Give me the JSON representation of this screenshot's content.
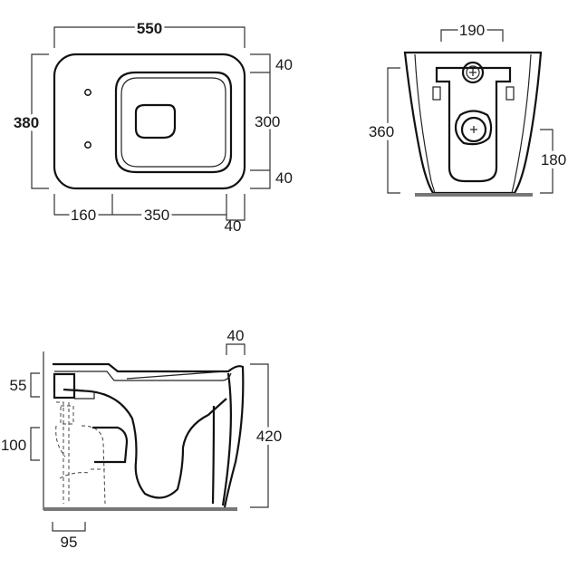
{
  "top_view": {
    "overall_width": "550",
    "overall_depth": "380",
    "front_offset": "40",
    "bowl_depth": "300",
    "rear_offset": "40",
    "fixing_offset": "160",
    "bowl_length": "350",
    "rim_offset": "40"
  },
  "front_view": {
    "top_width": "190",
    "total_height": "360",
    "outlet_height": "180"
  },
  "side_view": {
    "rim_thickness": "40",
    "inlet_height": "55",
    "outlet_zone": "100",
    "total_height": "420",
    "wall_offset": "95"
  },
  "colors": {
    "line": "#111111",
    "floor": "#777777",
    "text": "#1a1a1a"
  }
}
